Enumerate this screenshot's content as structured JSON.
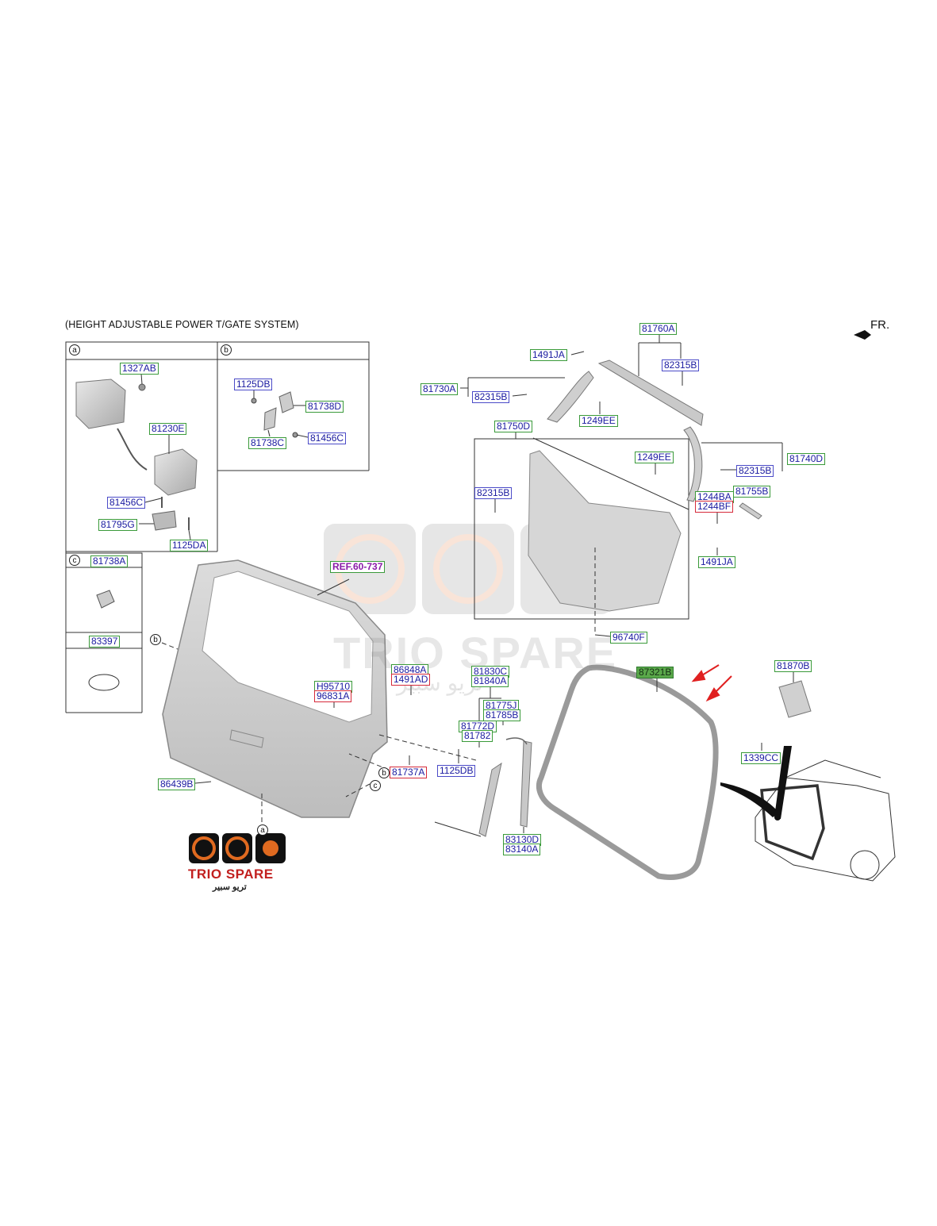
{
  "caption": "(HEIGHT ADJUSTABLE POWER T/GATE SYSTEM)",
  "direction_label": "FR.",
  "inset_markers": {
    "a": "a",
    "b": "b",
    "c": "c"
  },
  "watermark": {
    "brand_en": "TRIO SPARE",
    "brand_ar": "تريو سبير"
  },
  "logo": {
    "brand_en": "TRIO SPARE",
    "brand_ar": "تريو سبير"
  },
  "colors": {
    "green_label": "#3a9a3a",
    "blue_label": "#4b4bc8",
    "red_label": "#d62a3a",
    "arrow_red": "#e02020",
    "highlight_fill": "#5aa84a"
  },
  "parts": {
    "p1327AB": "1327AB",
    "p81230E": "81230E",
    "p81456C_a": "81456C",
    "p81795G": "81795G",
    "p1125DA": "1125DA",
    "p1125DB_b": "1125DB",
    "p81738D": "81738D",
    "p81738C": "81738C",
    "p81456C_b": "81456C",
    "p81738A": "81738A",
    "p83397": "83397",
    "p81760A": "81760A",
    "p1491JA_top": "1491JA",
    "p82315B_top": "82315B",
    "p81730A": "81730A",
    "p82315B_mid": "82315B",
    "p1249EE_top": "1249EE",
    "p81750D": "81750D",
    "p1249EE_mid": "1249EE",
    "p82315B_right": "82315B",
    "p81740D": "81740D",
    "p82315B_left": "82315B",
    "p1244BA": "1244BA",
    "p1244BF": "1244BF",
    "p81755B": "81755B",
    "p1491JA_right": "1491JA",
    "p96740F": "96740F",
    "pREF": "REF.60-737",
    "p86848A": "86848A",
    "p1491AD": "1491AD",
    "pH95710": "H95710",
    "p96831A": "96831A",
    "p81830C": "81830C",
    "p81840A": "81840A",
    "p81775J": "81775J",
    "p81785B": "81785B",
    "p81772D": "81772D",
    "p81782": "81782",
    "p1125DB_c": "1125DB",
    "p81737A": "81737A",
    "p86439B": "86439B",
    "p83130D": "83130D",
    "p83140A": "83140A",
    "p87321B": "87321B",
    "p81870B": "81870B",
    "p1339CC": "1339CC"
  }
}
